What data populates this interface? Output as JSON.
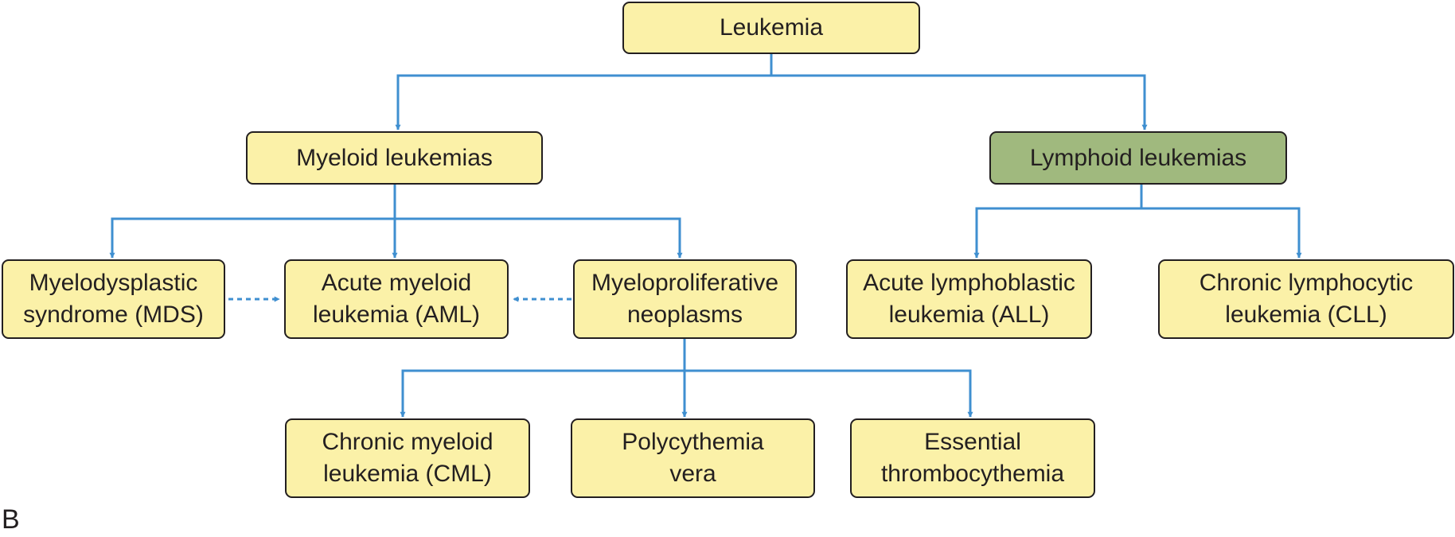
{
  "panel_label": "B",
  "colors": {
    "box_fill": "#fbf1a8",
    "box_fill_highlight": "#a0b97e",
    "box_border": "#231f20",
    "connector": "#3f8fd0"
  },
  "nodes": {
    "leukemia": {
      "lines": [
        "Leukemia"
      ]
    },
    "myeloid": {
      "lines": [
        "Myeloid leukemias"
      ]
    },
    "lymphoid": {
      "lines": [
        "Lymphoid leukemias"
      ]
    },
    "mds": {
      "lines": [
        "Myelodysplastic",
        "syndrome (MDS)"
      ]
    },
    "aml": {
      "lines": [
        "Acute myeloid",
        "leukemia (AML)"
      ]
    },
    "mpn": {
      "lines": [
        "Myeloproliferative",
        "neoplasms"
      ]
    },
    "all": {
      "lines": [
        "Acute lymphoblastic",
        "leukemia (ALL)"
      ]
    },
    "cll": {
      "lines": [
        "Chronic lymphocytic",
        "leukemia (CLL)"
      ]
    },
    "cml": {
      "lines": [
        "Chronic myeloid",
        "leukemia (CML)"
      ]
    },
    "pv": {
      "lines": [
        "Polycythemia",
        "vera"
      ]
    },
    "et": {
      "lines": [
        "Essential",
        "thrombocythemia"
      ]
    }
  },
  "edges": [
    {
      "from": "leukemia",
      "to": "myeloid",
      "style": "solid"
    },
    {
      "from": "leukemia",
      "to": "lymphoid",
      "style": "solid"
    },
    {
      "from": "myeloid",
      "to": "mds",
      "style": "solid"
    },
    {
      "from": "myeloid",
      "to": "aml",
      "style": "solid"
    },
    {
      "from": "myeloid",
      "to": "mpn",
      "style": "solid"
    },
    {
      "from": "lymphoid",
      "to": "all",
      "style": "solid"
    },
    {
      "from": "lymphoid",
      "to": "cll",
      "style": "solid"
    },
    {
      "from": "mpn",
      "to": "cml",
      "style": "solid"
    },
    {
      "from": "mpn",
      "to": "pv",
      "style": "solid"
    },
    {
      "from": "mpn",
      "to": "et",
      "style": "solid"
    },
    {
      "from": "mds",
      "to": "aml",
      "style": "dashed"
    },
    {
      "from": "mpn",
      "to": "aml",
      "style": "dashed"
    }
  ]
}
